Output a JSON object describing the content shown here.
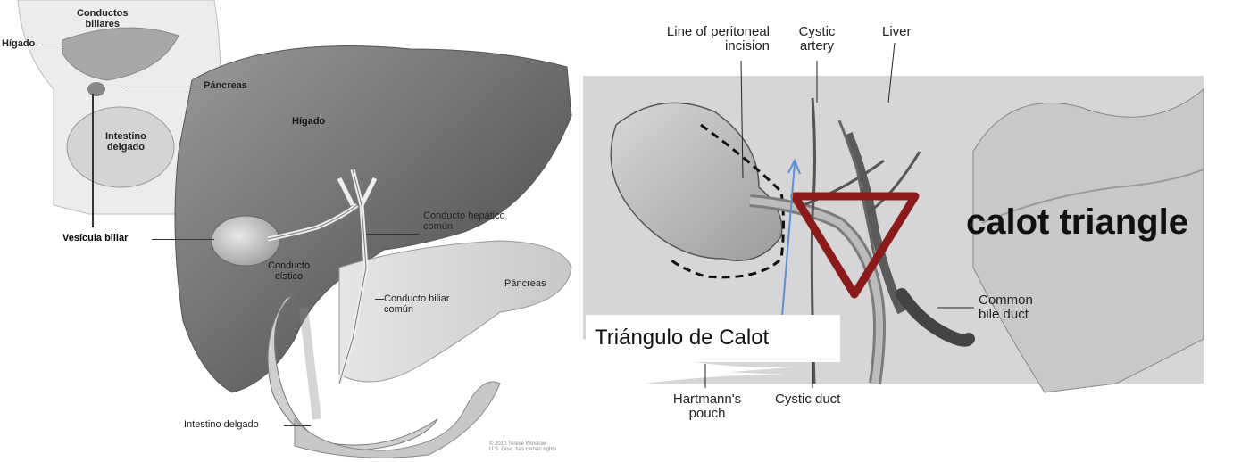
{
  "left_panel": {
    "labels": {
      "conductos_biliares": "Conductos\nbiliares",
      "higado_small": "Hígado",
      "pancreas_small": "Páncreas",
      "intestino_delgado_small": "Intestino\ndelgado",
      "higado_main": "Hígado",
      "vesicula_biliar": "Vesícula biliar",
      "conducto_hepatico_comun": "Conducto hepático\ncomún",
      "conducto_cistico": "Conducto\ncístico",
      "pancreas_main": "Páncreas",
      "conducto_biliar_comun": "Conducto biliar\ncomún",
      "intestino_delgado_main": "Intestino delgado",
      "copyright": "© 2010 Terese Winslow\nU.S. Govt. has certain rights"
    }
  },
  "right_panel": {
    "labels": {
      "line_of_peritoneal_incision": "Line of peritoneal\nincision",
      "cystic_artery": "Cystic\nartery",
      "liver": "Liver",
      "common_bile_duct": "Common\nbile duct",
      "hartmanns_pouch": "Hartmann's\npouch",
      "cystic_duct": "Cystic duct"
    },
    "annotation_title": "calot triangle",
    "callout_text": "Triángulo de Calot",
    "colors": {
      "triangle": "#8b1a1a",
      "arrow": "#5b8fd6"
    }
  }
}
